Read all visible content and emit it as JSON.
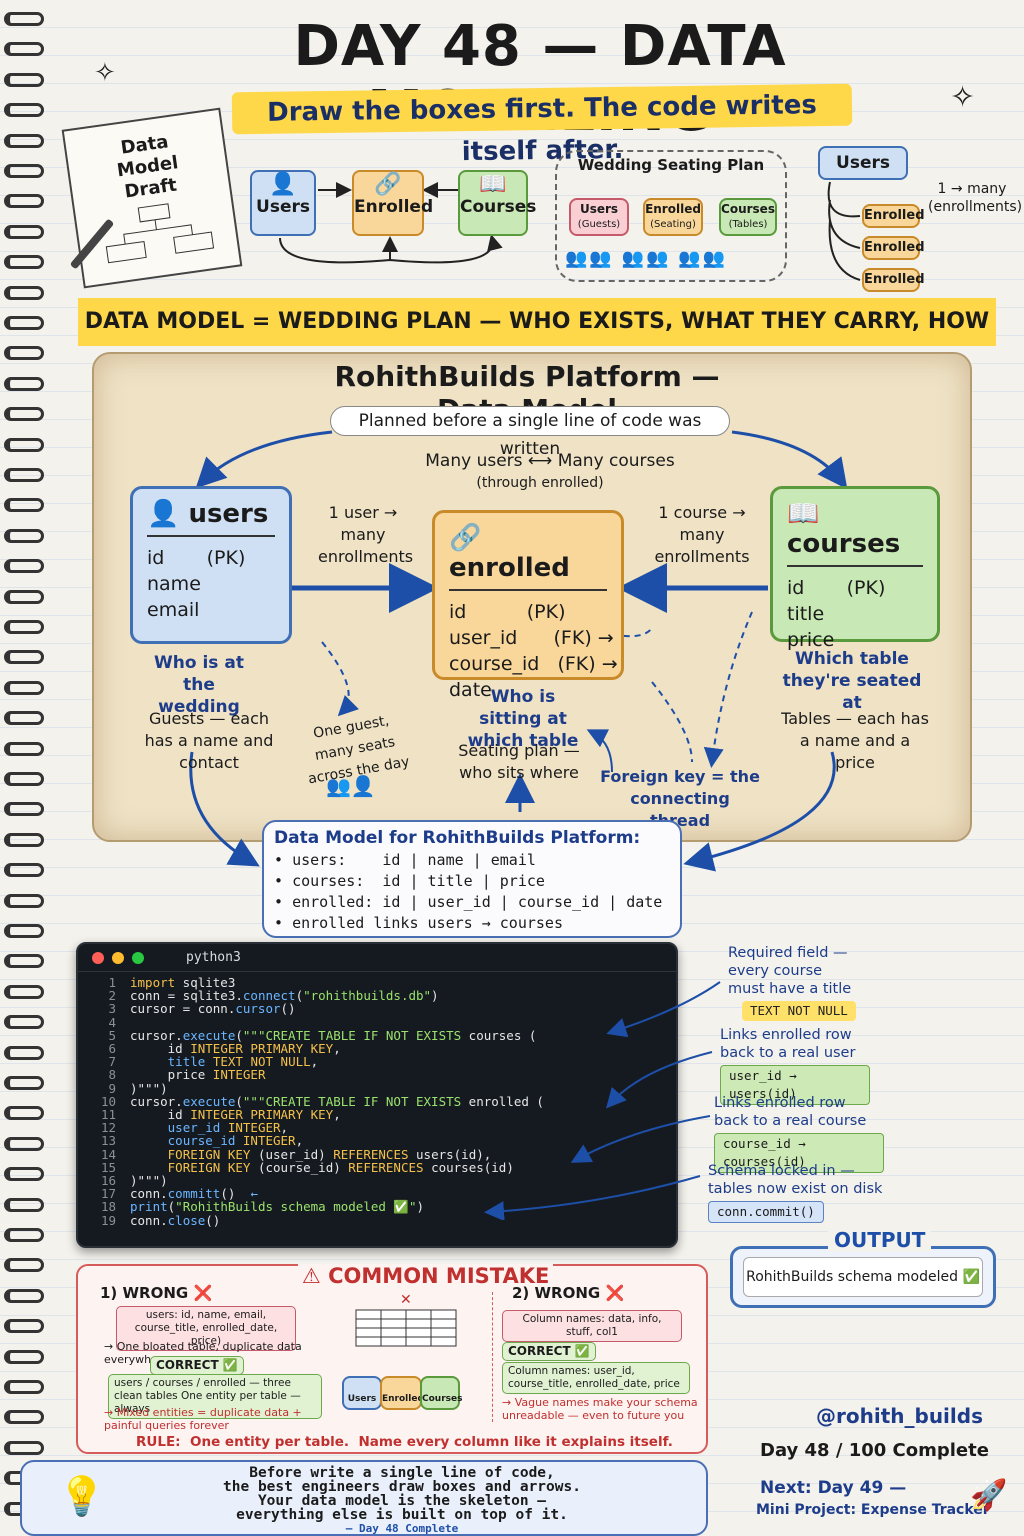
{
  "title": "DAY 48 — DATA MODELING",
  "subtitle": "Draw the boxes first. The code writes itself after.",
  "draft": {
    "text": "Data Model Draft"
  },
  "top_flow": {
    "users": "Users",
    "enrolled": "Enrolled",
    "courses": "Courses"
  },
  "seating_plan": {
    "title": "Wedding Seating Plan",
    "users": "Users",
    "users_sub": "(Guests)",
    "enrolled": "Enrolled",
    "enrolled_sub": "(Seating)",
    "courses": "Courses",
    "courses_sub": "(Tables)"
  },
  "one_to_many": {
    "users": "Users",
    "enrolled": "Enrolled",
    "note": "1 → many (enrollments)"
  },
  "banner": "DATA MODEL = WEDDING PLAN — WHO EXISTS, WHAT THEY CARRY, HOW THEY CONNECT",
  "model": {
    "title": "RohithBuilds Platform — Data Model",
    "subtitle": "Planned before a single line of code was written",
    "many_many": "Many users ⟷ Many courses",
    "through": "(through enrolled)",
    "users": {
      "name": "users",
      "f1": "id       (PK)",
      "f2": "name",
      "f3": "email"
    },
    "enrolled": {
      "name": "enrolled",
      "f1": "id          (PK)",
      "f2": "user_id      (FK) →",
      "f3": "course_id   (FK) →",
      "f4": "date"
    },
    "courses": {
      "name": "courses",
      "f1": "id       (PK)",
      "f2": "title",
      "f3": "price"
    },
    "user_many": "1 user → many enrollments",
    "course_many": "1 course → many enrollments",
    "who_wedding": "Who is at the wedding",
    "guests": "Guests — each has a name and contact",
    "one_guest": "One guest, many seats across the day",
    "who_sitting": "Who is sitting at which table",
    "seating": "Seating plan — who sits where",
    "fk": "Foreign key = the connecting thread",
    "which_table": "Which table they're seated at",
    "tables": "Tables — each has a name and a price"
  },
  "data_model_box": {
    "title": "Data Model for RohithBuilds Platform:",
    "l1": "users:    id | name | email",
    "l2": "courses:  id | title | price",
    "l3": "enrolled: id | user_id | course_id | date",
    "l4": "enrolled links users → courses"
  },
  "code": {
    "window_title": "python3"
  },
  "annotations": {
    "a1": "Required field — every course must have a title",
    "a1_tag": "TEXT NOT NULL",
    "a2": "Links enrolled row back to a real user",
    "a2_tag": "user_id → users(id)",
    "a3": "Links enrolled row back to a real course",
    "a3_tag": "course_id → courses(id)",
    "a4": "Schema locked in — tables now exist on disk",
    "a4_tag": "conn.commit()"
  },
  "output": {
    "label": "OUTPUT",
    "text": "RohithBuilds schema modeled ✅"
  },
  "mistake": {
    "title": "⚠ COMMON MISTAKE",
    "w1": "1) WRONG ❌",
    "w1_box": "users: id, name, email, course_title, enrolled_date, price)",
    "w1_note": "→ One bloated table, duplicate data everywhere",
    "correct1": "CORRECT ✅",
    "c1_box": "users / courses / enrolled — three clean tables One entity per table — always",
    "mixed": "→ Mixed entities = duplicate data + painful queries forever",
    "w2": "2) WRONG ❌",
    "w2_box": "Column names: data, info, stuff, col1",
    "correct2": "CORRECT ✅",
    "c2_box": "Column names: user_id, course_title, enrolled_date, price",
    "vague": "→ Vague names make your schema unreadable — even to future you",
    "mini_users": "Users",
    "mini_enrolled": "Enrolled",
    "mini_courses": "Courses",
    "rule": "RULE:  One entity per table.  Name every column like it explains itself."
  },
  "tip": {
    "l1": "Before write a single line of code,",
    "l2": "the best engineers draw boxes and arrows.",
    "l3": "Your data model is the skeleton —",
    "l4": "everything else is built on top of it.",
    "l5": "— Day 48 Complete"
  },
  "handle": "@rohith_builds",
  "progress": "Day 48 / 100 Complete",
  "next1": "Next: Day 49 —",
  "next2": "Mini Project: Expense Tracker"
}
